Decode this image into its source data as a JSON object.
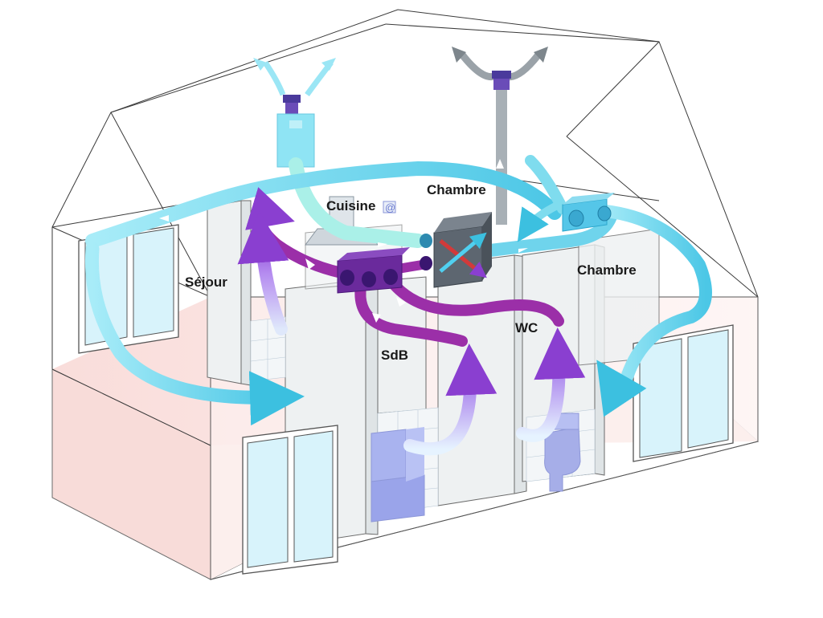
{
  "diagram": {
    "rooms": {
      "cuisine": "Cuisine",
      "chambre_center": "Chambre",
      "chambre_right": "Chambre",
      "sejour": "Séjour",
      "sdb": "SdB",
      "wc": "WC"
    },
    "colors": {
      "fresh_air": "#7ddcf0",
      "fresh_air_dark": "#3cc0e0",
      "exhaust_air": "#9b2fa8",
      "exhaust_air_light": "#c79bf0",
      "extract_box": "#6a2a9c",
      "heat_exchanger": "#5d6670",
      "supply_box": "#55c6e8",
      "floor": "#fbe6e4",
      "outline": "#3a3a3a"
    },
    "icons": [
      "fresh-air-intake-icon",
      "stale-air-outlet-icon",
      "heat-exchanger-icon",
      "extract-box-icon",
      "supply-box-icon",
      "cooker-hood-icon",
      "bathtub-icon",
      "toilet-icon"
    ]
  }
}
